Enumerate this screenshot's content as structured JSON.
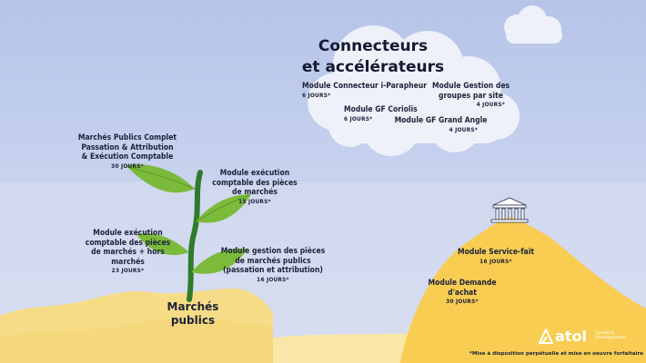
{
  "title": {
    "line1": "Connecteurs",
    "line2": "et accélérateurs"
  },
  "cloud_modules": [
    {
      "lines": [
        "Module Connecteur i-Parapheur"
      ],
      "duration": "6 JOURS*"
    },
    {
      "lines": [
        "Module GF Coriolis"
      ],
      "duration": "6 JOURS*"
    },
    {
      "lines": [
        "Module Gestion des",
        "groupes par site"
      ],
      "duration": "4 JOURS*"
    },
    {
      "lines": [
        "Module GF Grand Angle"
      ],
      "duration": "4 JOURS*"
    }
  ],
  "plant_modules": [
    {
      "lines": [
        "Marchés Publics Complet",
        "Passation & Attribution",
        "& Exécution Comptable"
      ],
      "duration": "30 JOURS*"
    },
    {
      "lines": [
        "Module exécution",
        "comptable des pièces",
        "de marchés"
      ],
      "duration": "15 JOURS*"
    },
    {
      "lines": [
        "Module exécution",
        "comptable des pièces",
        "de marchés + hors",
        "marchés"
      ],
      "duration": "23 JOURS*"
    },
    {
      "lines": [
        "Module gestion des pièces",
        "de marchés publics",
        "(passation et attribution)"
      ],
      "duration": "16 JOURS*"
    }
  ],
  "hill_modules": [
    {
      "lines": [
        "Module Service-fait"
      ],
      "duration": "16 JOURS*"
    },
    {
      "lines": [
        "Module Demande",
        "d'achat"
      ],
      "duration": "30 JOURS*"
    }
  ],
  "marches": {
    "line1": "Marchés",
    "line2": "publics"
  },
  "logo": {
    "word": "atol",
    "sub1": "Conseils &",
    "sub2": "Développements"
  },
  "footnote": "*Mise à disposition perpétuelle et mise en oeuvre forfaitaire",
  "colors": {
    "sand": "#f6dc86",
    "sand_light": "#f9e7a7",
    "gold": "#f8cd52",
    "leaf": "#7cba3c",
    "stem": "#2f7a2b",
    "cloud": "#eef0fa"
  },
  "icons": [
    "building-icon",
    "atol-logo-icon"
  ]
}
